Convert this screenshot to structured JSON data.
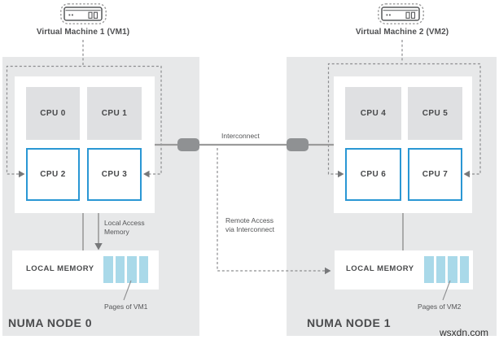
{
  "vm1": {
    "label": "Virtual Machine 1 (VM1)"
  },
  "vm2": {
    "label": "Virtual Machine 2 (VM2)"
  },
  "interconnect_label": "Interconnect",
  "remote_access_label": "Remote Access\nvia Interconnect",
  "local_access_label": "Local Access\nMemory",
  "nodes": [
    {
      "title": "NUMA NODE 0",
      "memory_label": "LOCAL MEMORY",
      "pages_label": "Pages of VM1",
      "cpus": [
        "CPU 0",
        "CPU 1",
        "CPU 2",
        "CPU 3"
      ]
    },
    {
      "title": "NUMA NODE 1",
      "memory_label": "LOCAL MEMORY",
      "pages_label": "Pages of VM2",
      "cpus": [
        "CPU 4",
        "CPU 5",
        "CPU 6",
        "CPU 7"
      ]
    }
  ],
  "watermark": "wsxdn.com",
  "colors": {
    "node_bg": "#e7e8e9",
    "cpu_bg": "#dfe0e2",
    "cpu_border_blue": "#2a97d4",
    "memory_page_blue": "#a9d9e9",
    "line_gray": "#9b9b9b",
    "text_dark": "#4a4b4d"
  }
}
